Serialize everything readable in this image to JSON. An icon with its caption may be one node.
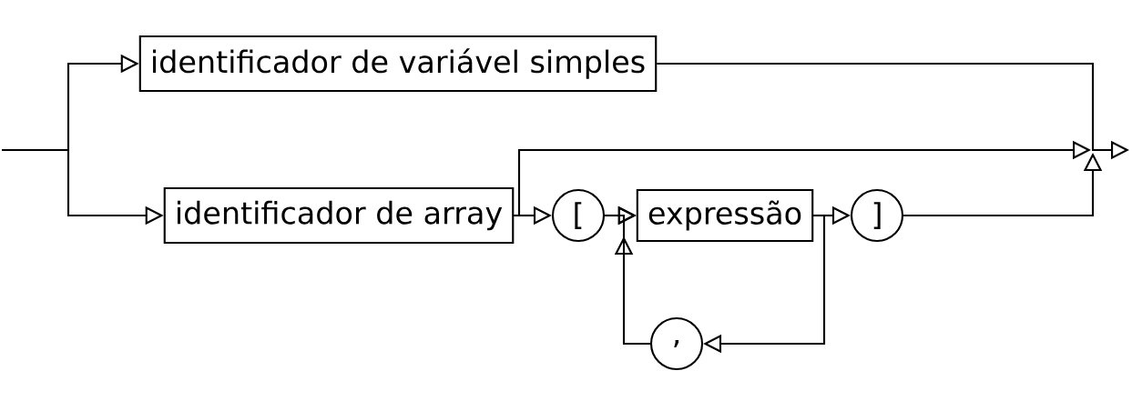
{
  "diagram": {
    "nodes": [
      {
        "text": [
          "identificador de variável simples"
        ]
      },
      {
        "text": [
          "identificador de array"
        ]
      },
      {
        "text": [
          "["
        ]
      },
      {
        "text": [
          "expressão"
        ]
      },
      {
        "text": [
          "]"
        ]
      },
      {
        "text": [
          ","
        ]
      }
    ],
    "edges": [
      {
        "from": null,
        "to": 0,
        "arrow": "to"
      },
      {
        "from": null,
        "to": 1,
        "arrow": "to"
      },
      {
        "from": 0,
        "to": null,
        "arrow": "to"
      },
      {
        "from": 1,
        "to": null,
        "arrow": "to"
      },
      {
        "from": 1,
        "to": 2,
        "arrow": "to"
      },
      {
        "from": 2,
        "to": 3,
        "arrow": "to"
      },
      {
        "from": 3,
        "to": 4,
        "arrow": "to"
      },
      {
        "from": 3,
        "to": 5,
        "arrow": "to"
      },
      {
        "from": 5,
        "to": 3,
        "arrow": "to"
      },
      {
        "from": 4,
        "to": null,
        "arrow": "to"
      }
    ]
  }
}
